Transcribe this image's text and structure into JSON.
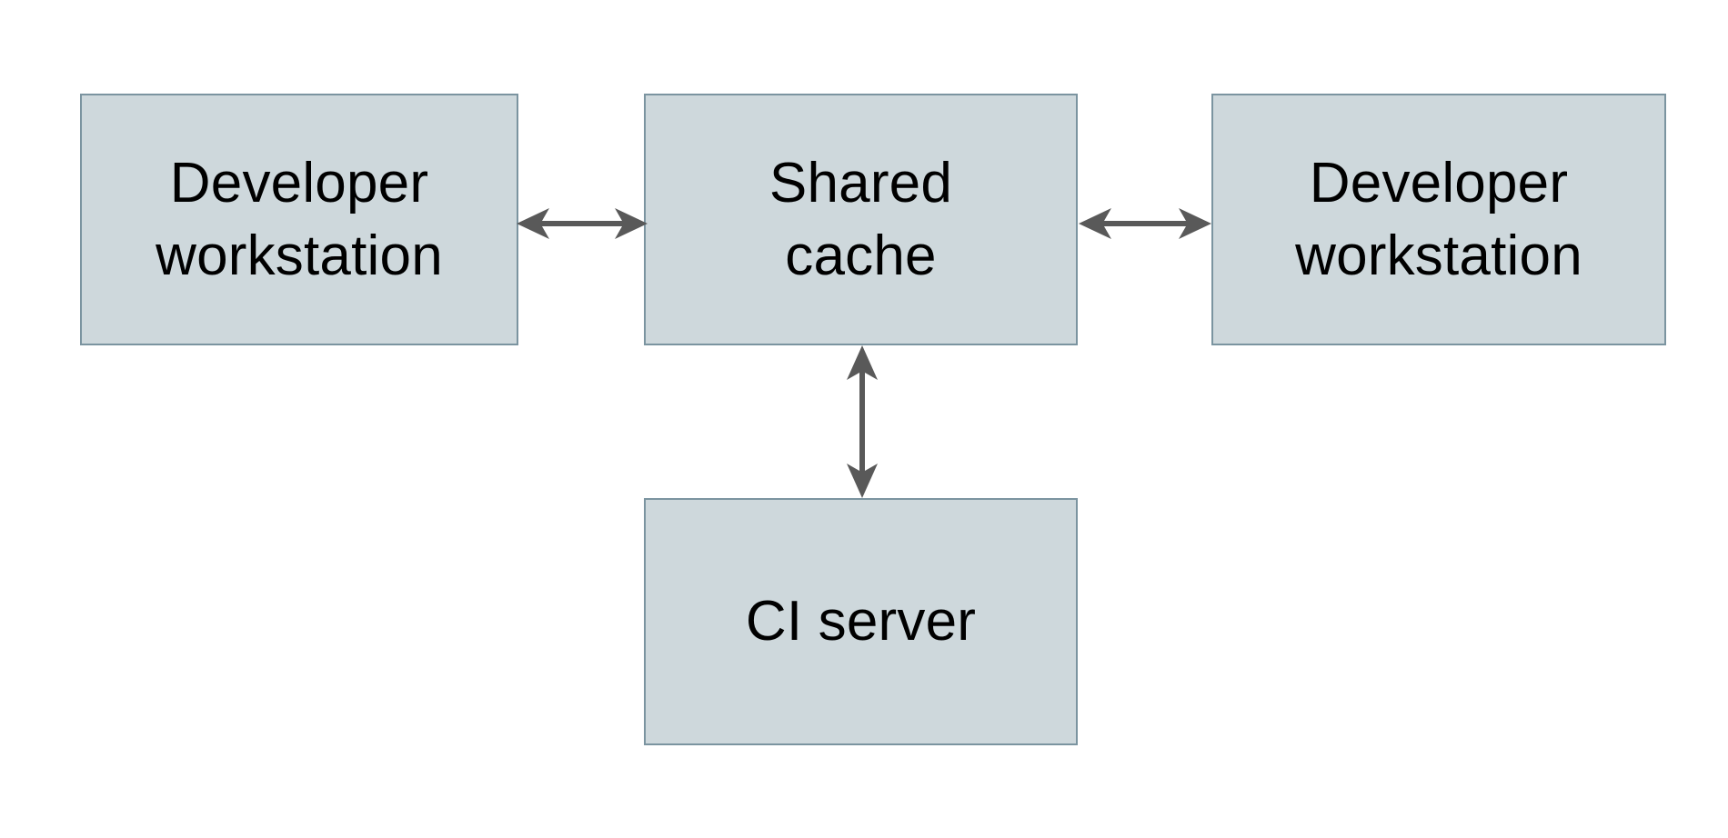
{
  "diagram": {
    "type": "block-diagram",
    "background_color": "#ffffff",
    "node_fill_color": "#ced8dc",
    "node_border_color": "#7b94a0",
    "connector_color": "#595959",
    "text_color": "#000000",
    "nodes": [
      {
        "id": "dev-left",
        "label": "Developer\nworkstation",
        "role": "developer-workstation",
        "position": "left"
      },
      {
        "id": "shared",
        "label": "Shared\ncache",
        "role": "shared-cache",
        "position": "center-top"
      },
      {
        "id": "dev-right",
        "label": "Developer\nworkstation",
        "role": "developer-workstation",
        "position": "right"
      },
      {
        "id": "ci",
        "label": "CI server",
        "role": "ci-server",
        "position": "center-bottom"
      }
    ],
    "edges": [
      {
        "id": "edge-left-shared",
        "from": "dev-left",
        "to": "shared",
        "direction": "bidirectional",
        "orientation": "horizontal"
      },
      {
        "id": "edge-shared-right",
        "from": "shared",
        "to": "dev-right",
        "direction": "bidirectional",
        "orientation": "horizontal"
      },
      {
        "id": "edge-shared-ci",
        "from": "shared",
        "to": "ci",
        "direction": "bidirectional",
        "orientation": "vertical"
      }
    ]
  }
}
